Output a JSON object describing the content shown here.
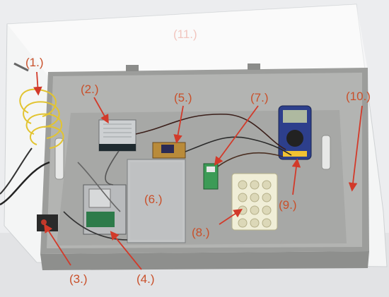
{
  "labels": {
    "l1": "(1.)",
    "l2": "(2.)",
    "l3": "(3.)",
    "l4": "(4.)",
    "l5": "(5.)",
    "l6": "(6.)",
    "l7": "(7.)",
    "l8": "(8.)",
    "l9": "(9.)",
    "l10": "(10.)",
    "l11": "(11.)"
  },
  "colors": {
    "label": "#c9502a",
    "arrow": "#d23a2a",
    "box_gray": "#a9aaa7",
    "lid": "#ecedec",
    "floor": "#ecedef"
  }
}
